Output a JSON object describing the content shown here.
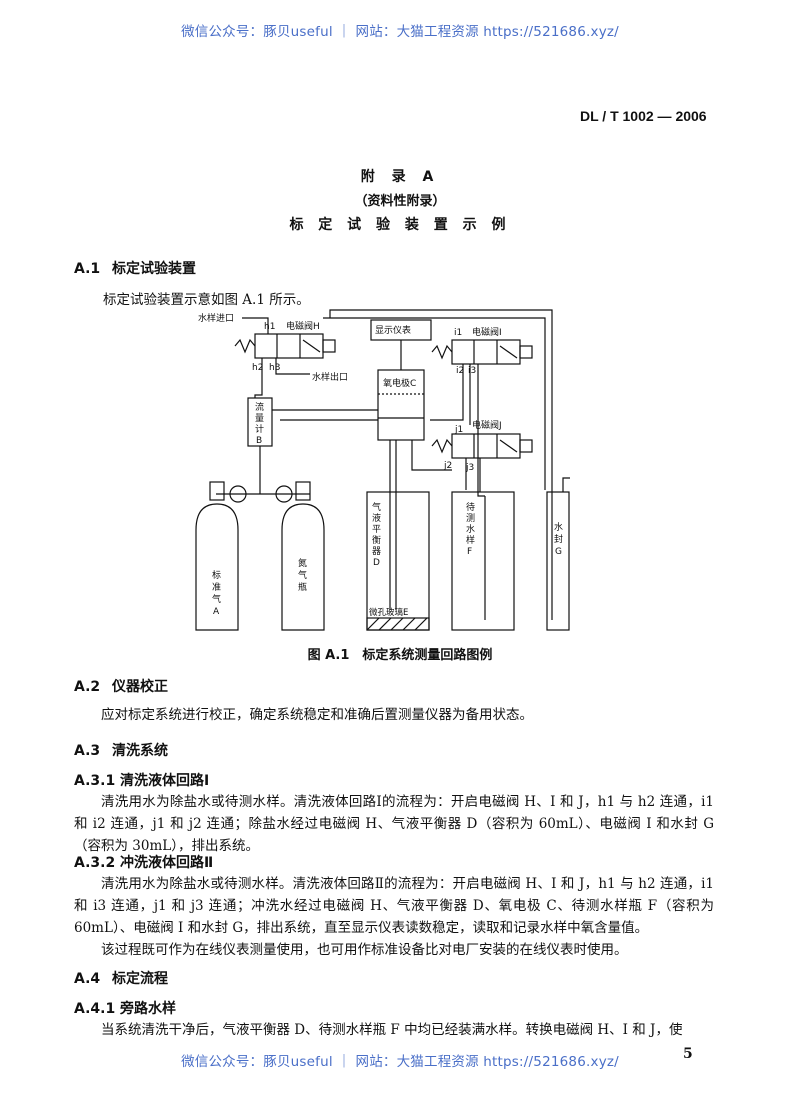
{
  "watermark": "微信公众号：豚贝useful ｜ 网站：大猫工程资源 https://521686.xyz/",
  "doc_number": "DL / T 1002 — 2006",
  "appendix": {
    "title": "附 录 A",
    "subtitle": "（资料性附录）",
    "heading": "标 定 试 验 装 置 示 例"
  },
  "a1": {
    "num": "A.1",
    "title": "标定试验装置",
    "intro": "标定试验装置示意如图 A.1 所示。"
  },
  "figure": {
    "caption": "图 A.1　标定系统测量回路图例",
    "labels": {
      "water_in": "水样进口",
      "valve_h": "电磁阀H",
      "h1": "h1",
      "h2": "h2",
      "h3": "h3",
      "water_out": "水样出口",
      "display": "显示仪表",
      "valve_i": "电磁阀I",
      "i1": "i1",
      "i2": "i2",
      "i3": "i3",
      "oxygen_electrode": "氧电极C",
      "valve_j": "电磁阀J",
      "j1": "j1",
      "j2": "j2",
      "j3": "j3",
      "flowmeter": [
        "流",
        "量",
        "计",
        "B"
      ],
      "standard_gas": [
        "标",
        "准",
        "气",
        "A"
      ],
      "nitrogen": [
        "氮",
        "气",
        "瓶"
      ],
      "gas_liquid": [
        "气",
        "液",
        "平",
        "衡",
        "器",
        "D"
      ],
      "sample_bottle": [
        "待",
        "测",
        "水",
        "样",
        "F"
      ],
      "water_seal": [
        "水",
        "封",
        "G"
      ],
      "glass_e": "微孔玻璃E"
    }
  },
  "a2": {
    "num": "A.2",
    "title": "仪器校正",
    "text": "应对标定系统进行校正，确定系统稳定和准确后置测量仪器为备用状态。"
  },
  "a3": {
    "num": "A.3",
    "title": "清洗系统"
  },
  "a31": {
    "num": "A.3.1",
    "title": "清洗液体回路Ⅰ",
    "text": "清洗用水为除盐水或待测水样。清洗液体回路Ⅰ的流程为：开启电磁阀 H、I 和 J，h1 与 h2 连通，i1 和 i2 连通，j1 和 j2 连通；除盐水经过电磁阀 H、气液平衡器 D（容积为 60mL）、电磁阀 I 和水封 G（容积为 30mL），排出系统。"
  },
  "a32": {
    "num": "A.3.2",
    "title": "冲洗液体回路Ⅱ",
    "text": "清洗用水为除盐水或待测水样。清洗液体回路Ⅱ的流程为：开启电磁阀 H、I 和 J，h1 与 h2 连通，i1 和 i3 连通，j1 和 j3 连通；冲洗水经过电磁阀 H、气液平衡器 D、氧电极 C、待测水样瓶 F（容积为 60mL）、电磁阀 I 和水封 G，排出系统，直至显示仪表读数稳定，读取和记录水样中氧含量值。",
    "text2": "该过程既可作为在线仪表测量使用，也可用作标准设备比对电厂安装的在线仪表时使用。"
  },
  "a4": {
    "num": "A.4",
    "title": "标定流程"
  },
  "a41": {
    "num": "A.4.1",
    "title": "旁路水样",
    "text": "当系统清洗干净后，气液平衡器 D、待测水样瓶 F 中均已经装满水样。转换电磁阀 H、I 和 J，使"
  },
  "page_number": "5"
}
